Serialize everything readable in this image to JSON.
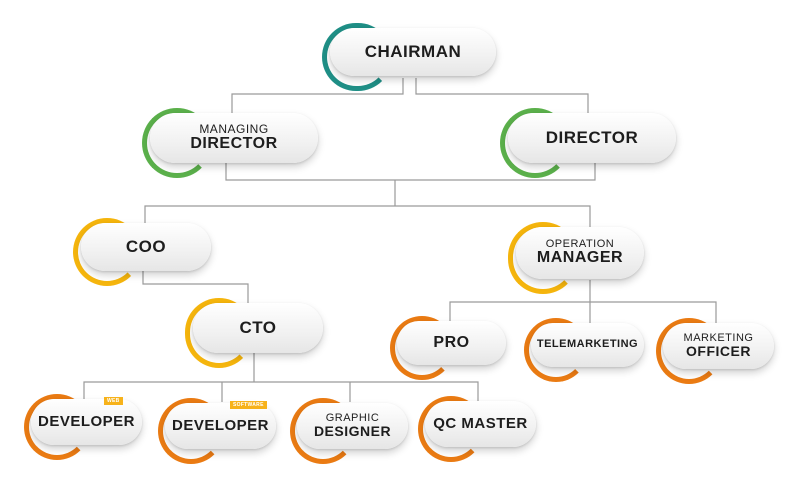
{
  "colors": {
    "teal": "#1f8f86",
    "green": "#5bb04b",
    "yellow": "#f5b50d",
    "orange": "#ea7b13",
    "line": "#9a9a9a"
  },
  "nodes": {
    "chairman": {
      "title": "CHAIRMAN"
    },
    "managing_director": {
      "subtitle": "MANAGING",
      "title": "DIRECTOR"
    },
    "director": {
      "title": "DIRECTOR"
    },
    "coo": {
      "title": "COO"
    },
    "operation_manager": {
      "subtitle": "OPERATION",
      "title": "MANAGER"
    },
    "cto": {
      "title": "CTO"
    },
    "pro": {
      "title": "PRO"
    },
    "telemarketing": {
      "title": "TELEMARKETING"
    },
    "marketing_officer": {
      "subtitle": "MARKETING",
      "title": "OFFICER"
    },
    "web_developer": {
      "tag": "WEB",
      "title": "DEVELOPER"
    },
    "software_developer": {
      "tag": "SOFTWARE",
      "title": "DEVELOPER"
    },
    "graphic_designer": {
      "subtitle": "GRAPHIC",
      "title": "DESIGNER"
    },
    "qc_master": {
      "title": "QC MASTER"
    }
  }
}
